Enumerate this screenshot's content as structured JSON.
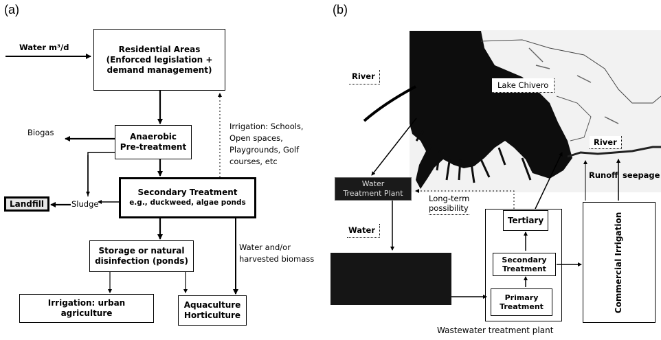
{
  "panel_a": {
    "label": "(a)",
    "water_in": "Water m³/d",
    "residential_line1": "Residential Areas",
    "residential_line2": "(Enforced legislation +",
    "residential_line3": "demand management)",
    "anaerobic_line1": "Anaerobic",
    "anaerobic_line2": "Pre-treatment",
    "biogas": "Biogas",
    "secondary_line1": "Secondary Treatment",
    "secondary_line2": "e.g., duckweed, algae ponds",
    "sludge": "Sludge",
    "landfill": "Landfill",
    "irrigation_note": [
      "Irrigation: Schools,",
      "Open spaces,",
      "Playgrounds, Golf",
      "courses, etc"
    ],
    "storage_line1": "Storage or natural",
    "storage_line2": "disinfection (ponds)",
    "water_biomass_line1": "Water and/or",
    "water_biomass_line2": "harvested biomass",
    "irrigation_urban_line1": "Irrigation: urban",
    "irrigation_urban_line2": "agriculture",
    "aquaculture_line1": "Aquaculture",
    "aquaculture_line2": "Horticulture"
  },
  "panel_b": {
    "label": "(b)",
    "river_left": "River",
    "lake": "Lake Chivero",
    "river_right": "River",
    "water_plant_line1": "Water",
    "water_plant_line2": "Treatment Plant",
    "long_term_line1": "Long-term",
    "long_term_line2": "possibility",
    "water": "Water",
    "runoff": "Runoff",
    "seepage": "seepage",
    "tertiary": "Tertiary",
    "secondary_line1": "Secondary",
    "secondary_line2": "Treatment",
    "primary_line1": "Primary",
    "primary_line2": "Treatment",
    "commercial_irrigation": "Commercial Irrigation",
    "wwtp": "Wastewater treatment plant"
  }
}
